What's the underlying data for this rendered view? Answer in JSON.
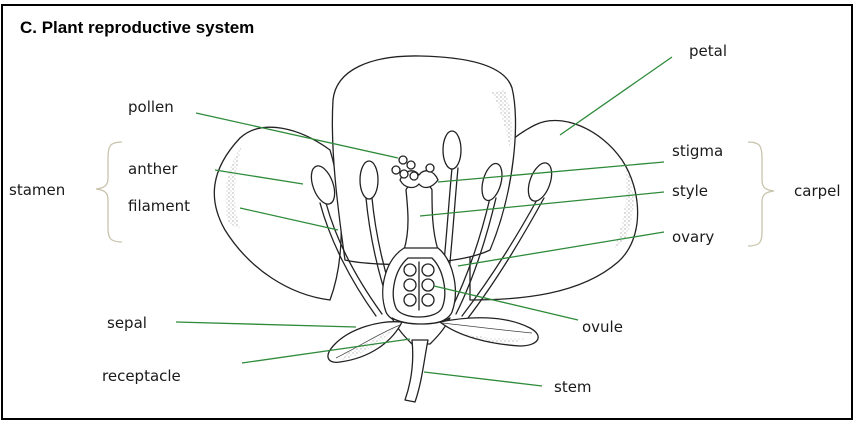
{
  "title": "C. Plant reproductive system",
  "labels": {
    "pollen": "pollen",
    "anther": "anther",
    "filament": "filament",
    "stamen": "stamen",
    "sepal": "sepal",
    "receptacle": "receptacle",
    "petal": "petal",
    "stigma": "stigma",
    "style": "style",
    "ovary": "ovary",
    "carpel": "carpel",
    "ovule": "ovule",
    "stem": "stem"
  },
  "colors": {
    "leader_line": "#2e8b3a",
    "bracket": "#c9c4ad",
    "outline": "#222222"
  }
}
